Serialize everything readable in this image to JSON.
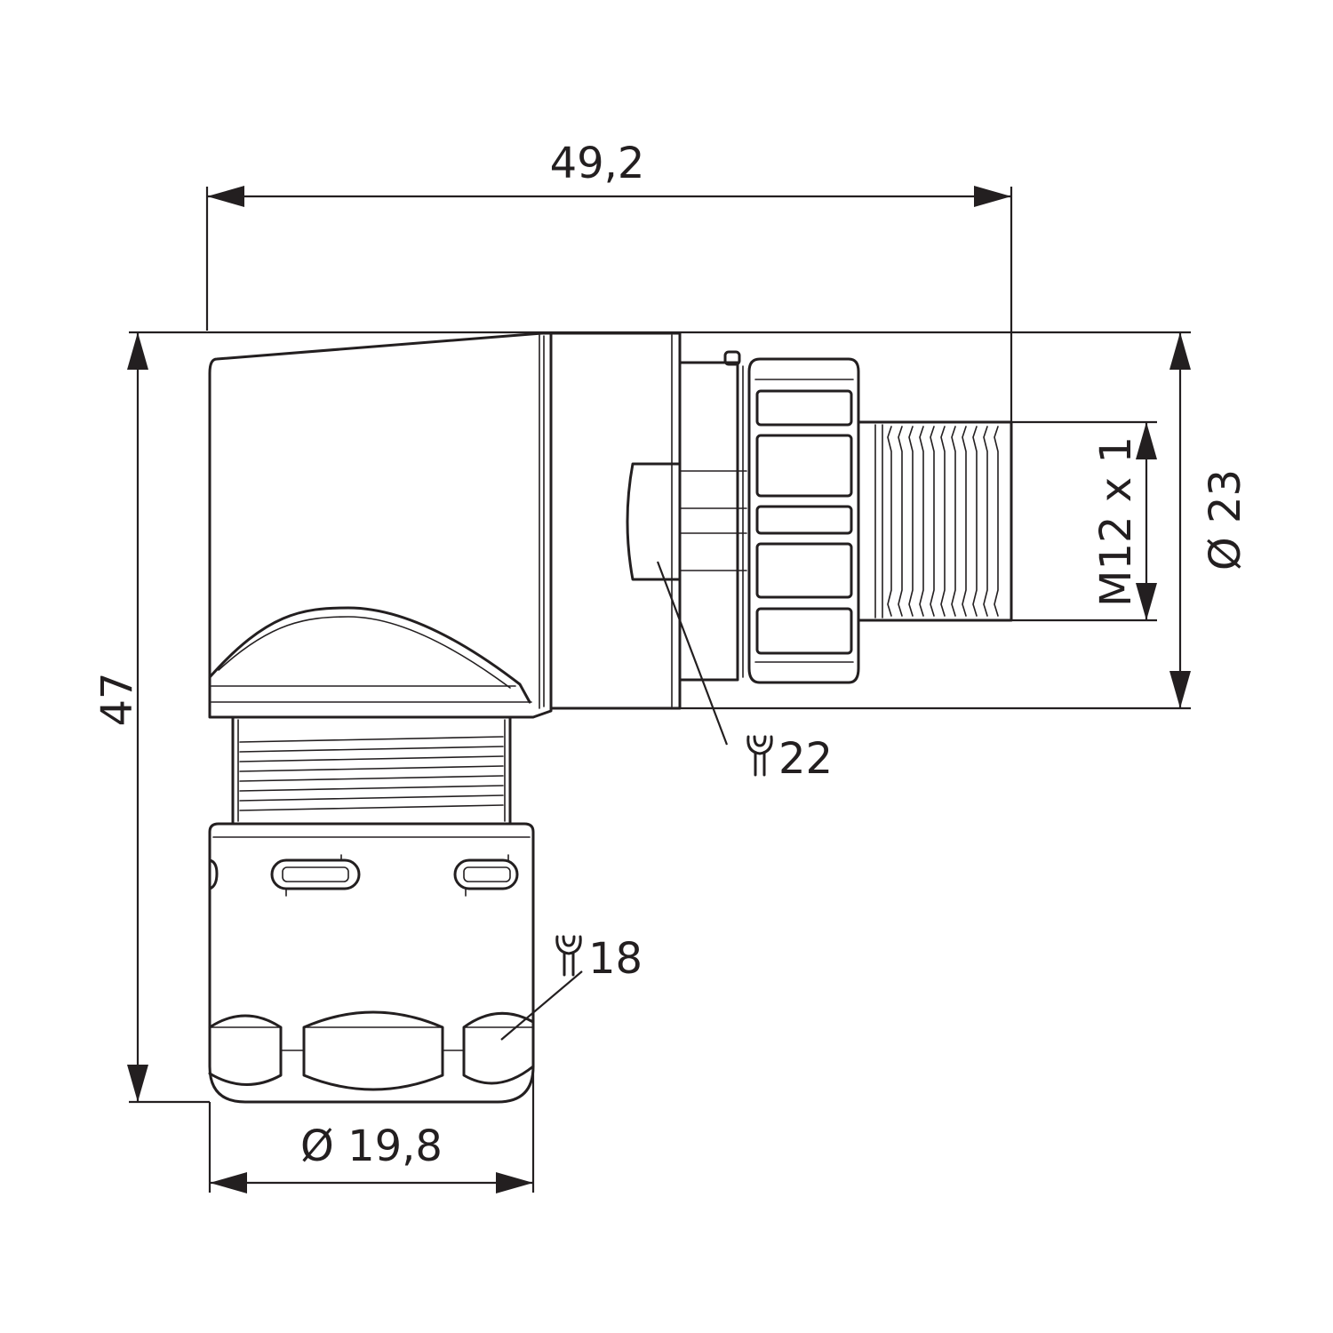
{
  "dimensions": {
    "overall_length": "49,2",
    "overall_height": "47",
    "thread": "M12 x 1",
    "housing_diameter": "Ø 23",
    "cable_nut_diameter": "Ø 19,8"
  },
  "wrench_sizes": {
    "coupling_nut": "22",
    "cable_gland": "18"
  },
  "icons": {
    "wrench_symbol": "wrench-icon"
  },
  "colors": {
    "line": "#231f20",
    "background": "#ffffff"
  }
}
